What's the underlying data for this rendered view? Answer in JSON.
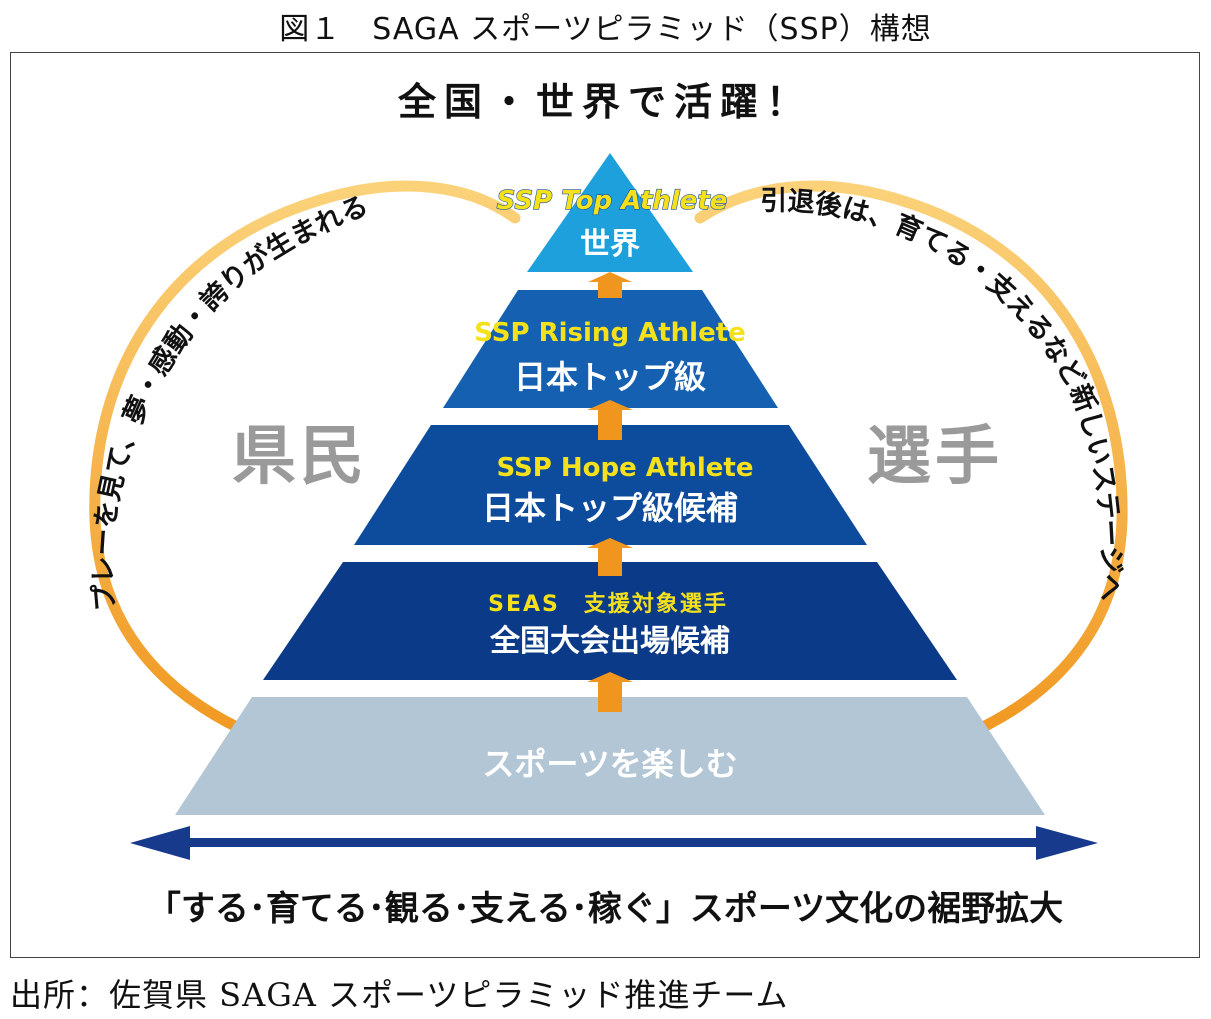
{
  "figure_title": "図１　SAGA スポーツピラミッド（SSP）構想",
  "headline": "全国・世界で活躍！",
  "left_arc_text": "プレーを見て、夢・感動・誇りが生まれる",
  "right_arc_text": "引退後は、育てる・支えるなど新しいステージへ",
  "left_side_label": "県民",
  "right_side_label": "選手",
  "tiers": [
    {
      "sub": "SSP Top Athlete",
      "main": "世界"
    },
    {
      "sub": "SSP Rising Athlete",
      "main": "日本トップ級"
    },
    {
      "sub": "SSP Hope Athlete",
      "main": "日本トップ級候補"
    },
    {
      "sub": "SEAS　支援対象選手",
      "main": "全国大会出場候補"
    },
    {
      "sub": "",
      "main": "スポーツを楽しむ"
    }
  ],
  "bottom_text": "「する･育てる･観る･支える･稼ぐ」スポーツ文化の裾野拡大",
  "source": "出所：佐賀県 SAGA スポーツピラミッド推進チーム",
  "colors": {
    "tier_top": "#1ea0dc",
    "tier_2": "#1560b0",
    "tier_3": "#0d4b9c",
    "tier_4": "#0a3a88",
    "tier_base": "#b3c6d6",
    "sub_label": "#f5e11b",
    "arrow": "#f0961e",
    "side_label": "#9a9a9a",
    "double_arrow": "#173a8c"
  }
}
